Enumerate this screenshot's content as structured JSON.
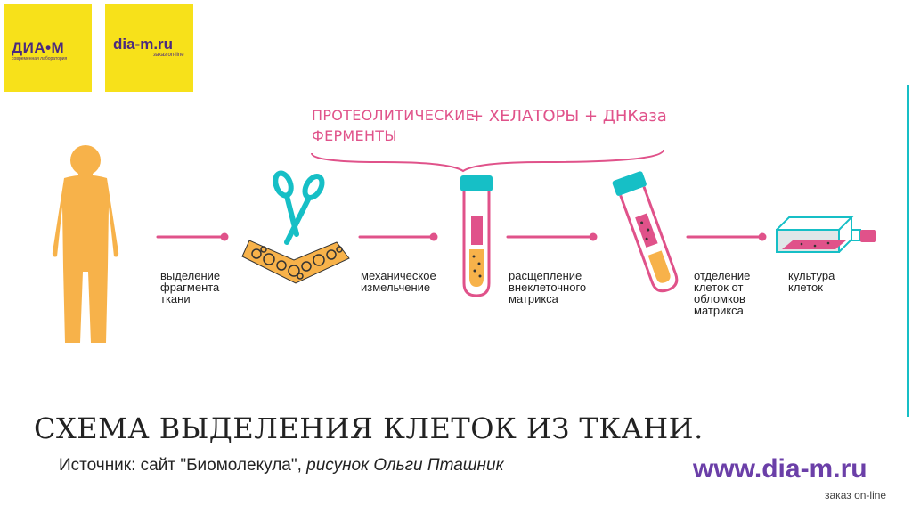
{
  "logos": {
    "diam_name": "ДИА•М",
    "diam_tagline": "современная лаборатория",
    "shop_name": "dia-m.ru",
    "shop_tagline": "заказ on-line"
  },
  "annotation": {
    "line1": "ПРОТЕОЛИТИЧЕСКИЕ",
    "line2": "ФЕРМЕНТЫ",
    "line3": "+ ХЕЛАТОРЫ + ДНКаза"
  },
  "steps": [
    {
      "label": "выделение\nфрагмента\nткани"
    },
    {
      "label": "механическое\nизмельчение"
    },
    {
      "label": "расщепление\nвнеклеточного\nматрикса"
    },
    {
      "label": "отделение\nклеток от\nобломков\nматрикса"
    },
    {
      "label": "культура\nклеток"
    }
  ],
  "title": "СХЕМА ВЫДЕЛЕНИЯ КЛЕТОК ИЗ ТКАНИ.",
  "source": {
    "prefix": "Источник: сайт \"Биомолекула\", ",
    "italic": "рисунок Ольги Пташник"
  },
  "footer": {
    "site": "www.dia-m.ru",
    "tagline": "заказ on-line"
  },
  "colors": {
    "accent_pink": "#e0528a",
    "figure_orange": "#f7b24a",
    "teal": "#16bfc6",
    "logo_yellow": "#f7e11a",
    "brand_purple": "#6b3fa8"
  }
}
